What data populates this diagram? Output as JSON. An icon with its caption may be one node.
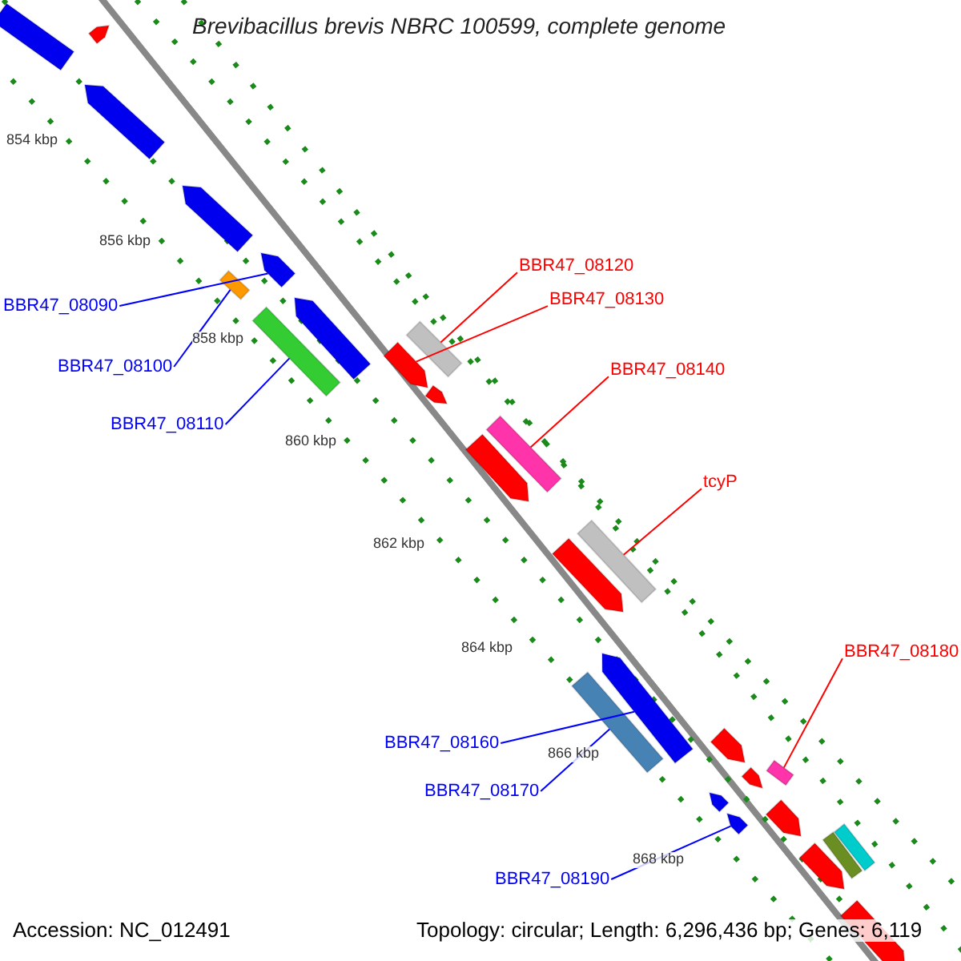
{
  "diagram": {
    "title": "Brevibacillus brevis NBRC 100599, complete genome",
    "nodes": [
      {
        "text": [
          "BBR47_08120"
        ]
      },
      {
        "text": [
          "BBR47_08130"
        ]
      },
      {
        "text": [
          "BBR47_08090"
        ]
      },
      {
        "text": [
          "BBR47_08100"
        ]
      },
      {
        "text": [
          "BBR47_08140"
        ]
      },
      {
        "text": [
          "BBR47_08110"
        ]
      },
      {
        "text": [
          "tcyP"
        ]
      },
      {
        "text": [
          "BBR47_08180"
        ]
      },
      {
        "text": [
          "BBR47_08160"
        ]
      },
      {
        "text": [
          "BBR47_08170"
        ]
      },
      {
        "text": [
          "BBR47_08190"
        ]
      },
      {
        "text": [],
        "shape": "bar"
      },
      {
        "text": [],
        "shape": "arrow"
      },
      {
        "text": [],
        "shape": "arrow"
      },
      {
        "text": [],
        "shape": "arrow"
      },
      {
        "text": [],
        "shape": "arrow"
      },
      {
        "text": [],
        "shape": "bar"
      },
      {
        "text": [],
        "shape": "arrow"
      },
      {
        "text": [],
        "shape": "bar"
      },
      {
        "text": [],
        "shape": "bar"
      },
      {
        "text": [],
        "shape": "arrow"
      },
      {
        "text": [],
        "shape": "arrow"
      },
      {
        "text": [],
        "shape": "bar"
      },
      {
        "text": [],
        "shape": "arrow"
      },
      {
        "text": [],
        "shape": "bar"
      },
      {
        "text": [],
        "shape": "arrow"
      },
      {
        "text": [],
        "shape": "arrow"
      },
      {
        "text": [],
        "shape": "bar"
      },
      {
        "text": [],
        "shape": "arrow"
      },
      {
        "text": [],
        "shape": "bar"
      },
      {
        "text": [],
        "shape": "arrow"
      },
      {
        "text": [],
        "shape": "arrow"
      },
      {
        "text": [],
        "shape": "arrow"
      },
      {
        "text": [],
        "shape": "arrow"
      },
      {
        "text": [],
        "shape": "bar"
      },
      {
        "text": [],
        "shape": "bar"
      },
      {
        "text": [],
        "shape": "arrow"
      },
      {
        "text": [],
        "shape": "arrow"
      }
    ],
    "edges": [
      {
        "from": 0,
        "to": 19,
        "arrow": "none",
        "color": "#ff0000"
      },
      {
        "from": 1,
        "to": 20,
        "arrow": "none",
        "color": "#ff0000"
      },
      {
        "from": 2,
        "to": 15,
        "arrow": "none"
      },
      {
        "from": 3,
        "to": 16,
        "arrow": "none"
      },
      {
        "from": 4,
        "to": 22,
        "arrow": "none",
        "color": "#ff0000"
      },
      {
        "from": 5,
        "to": 18,
        "arrow": "none"
      },
      {
        "from": 6,
        "to": 24,
        "arrow": "none",
        "color": "#ff0000"
      },
      {
        "from": 7,
        "to": 29,
        "arrow": "none",
        "color": "#ff0000"
      },
      {
        "from": 8,
        "to": 26,
        "arrow": "none"
      },
      {
        "from": 9,
        "to": 27,
        "arrow": "none"
      },
      {
        "from": 10,
        "to": 32,
        "arrow": "none"
      }
    ],
    "labels": [
      "854 kbp",
      "856 kbp",
      "858 kbp",
      "860 kbp",
      "862 kbp",
      "864 kbp",
      "866 kbp",
      "868 kbp",
      "Accession: NC_012491",
      "Topology: circular; Length: 6,296,436 bp; Genes: 6,119"
    ]
  }
}
